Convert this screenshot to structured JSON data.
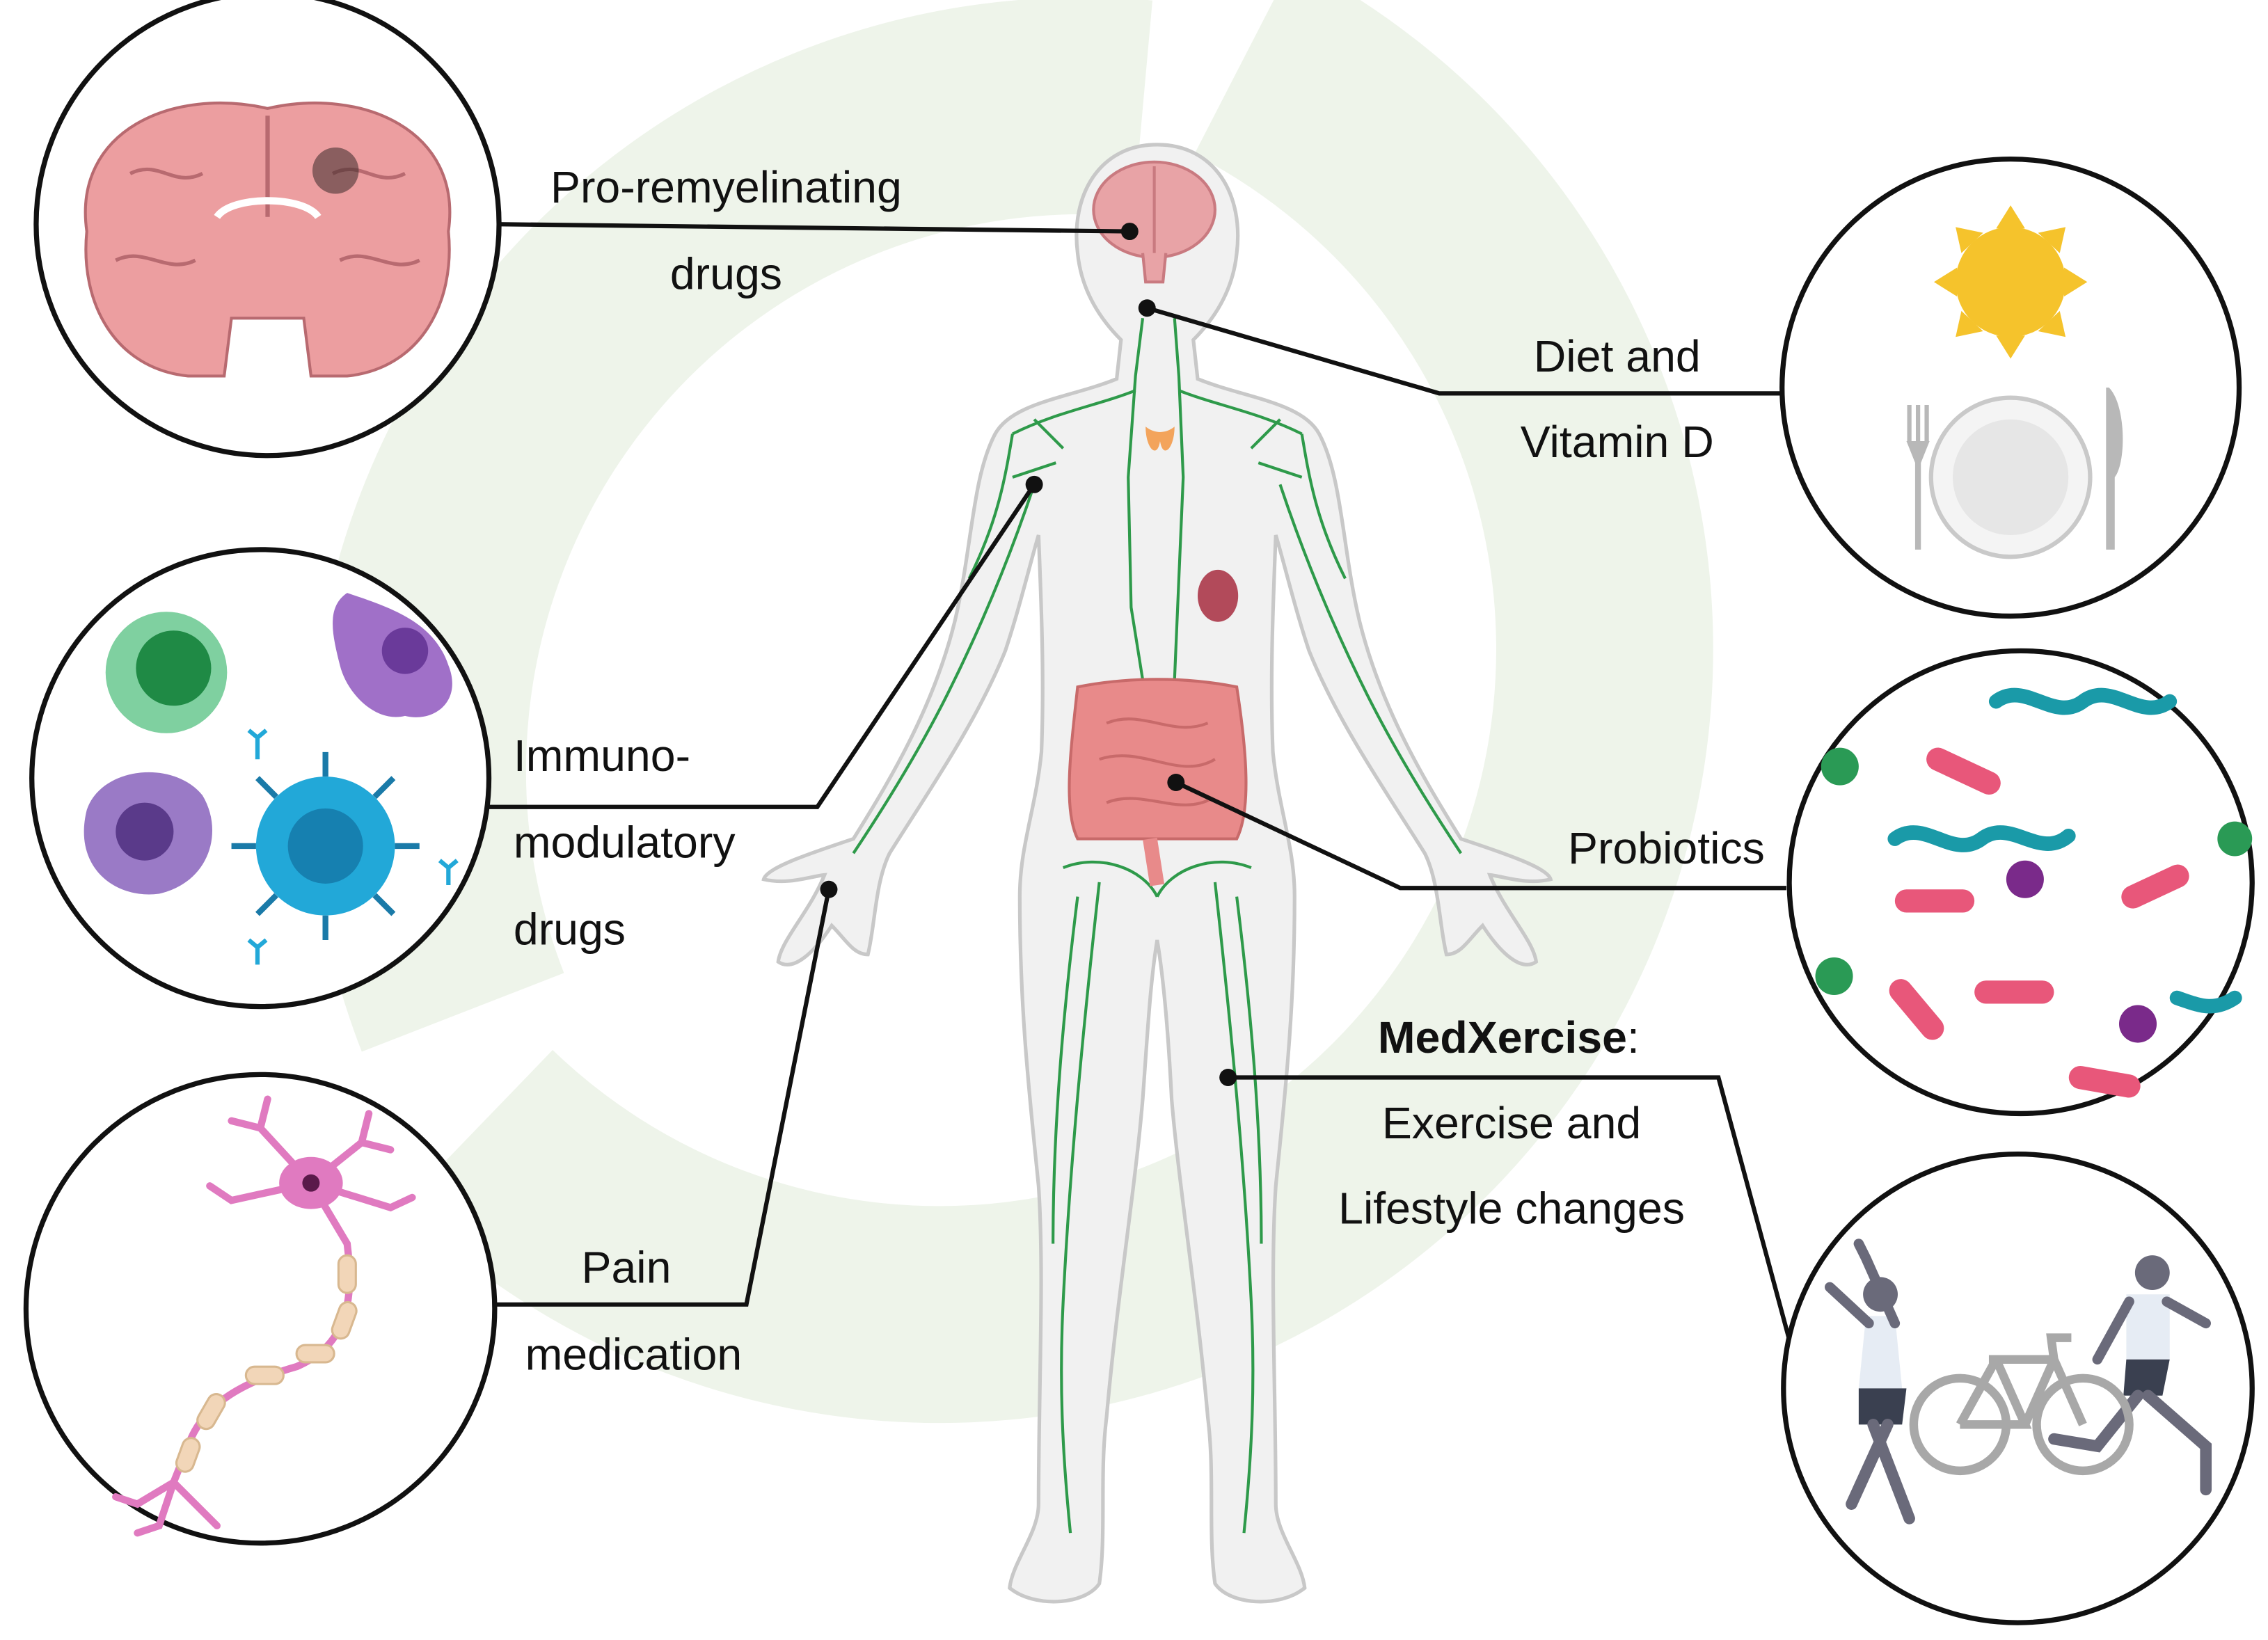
{
  "labels": {
    "remyelinating_line1": "Pro-remyelinating",
    "remyelinating_line2": "drugs",
    "diet_line1": "Diet and",
    "diet_line2": "Vitamin D",
    "immuno_line1": "Immuno-",
    "immuno_line2": "modulatory",
    "immuno_line3": "drugs",
    "probiotics": "Probiotics",
    "pain_line1": "Pain",
    "pain_line2": "medication",
    "medxercise_bold": "MedXercise",
    "medxercise_colon": ":",
    "exercise_line1": "Exercise and",
    "exercise_line2": "Lifestyle changes"
  },
  "colors": {
    "ring": "#eef4ea",
    "body_fill": "#f1f1f1",
    "body_stroke": "#c8c8c8",
    "lymph": "#2e9a4a",
    "brain": "#e8a3a6",
    "intestine": "#e88a8a",
    "thyroid": "#f3a45c",
    "sun": "#f5c32c",
    "bacteria_pink": "#e8577a",
    "bacteria_teal": "#1a9aa8",
    "cell_green": "#2a9a55",
    "cell_blue": "#22a8d8",
    "cell_purple": "#9a6ac0",
    "neuron": "#e07ac0",
    "line": "#111111"
  },
  "icons": [
    "brain-icon",
    "sun-icon",
    "plate-icon",
    "fork-icon",
    "knife-icon",
    "immune-cells-icon",
    "bacteria-icon",
    "neuron-icon",
    "exercise-icon",
    "bicycle-icon"
  ]
}
